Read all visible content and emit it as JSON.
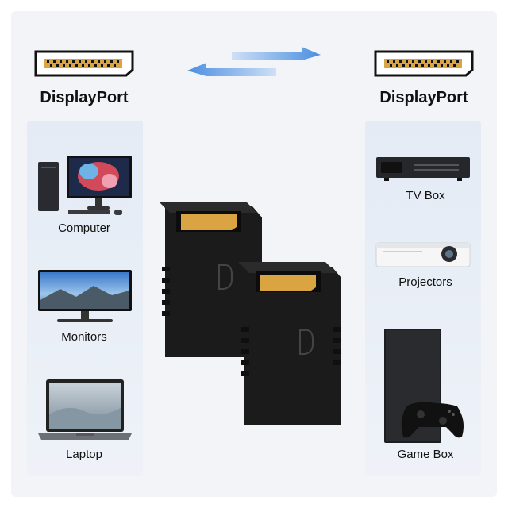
{
  "left_header": {
    "title": "DisplayPort",
    "icon": "displayport-connector-icon"
  },
  "right_header": {
    "title": "DisplayPort",
    "icon": "displayport-connector-icon"
  },
  "direction_icon": "bidirectional-arrows-icon",
  "left_devices": [
    {
      "label": "Computer",
      "icon": "desktop-computer-icon"
    },
    {
      "label": "Monitors",
      "icon": "monitor-icon"
    },
    {
      "label": "Laptop",
      "icon": "laptop-icon"
    }
  ],
  "right_devices": [
    {
      "label": "TV Box",
      "icon": "tv-box-icon"
    },
    {
      "label": "Projectors",
      "icon": "projector-icon"
    },
    {
      "label": "Game Box",
      "icon": "game-console-icon"
    }
  ],
  "colors": {
    "accent_blue": "#4a8fe0",
    "adapter_black": "#1b1b1b",
    "connector_gold": "#d9a441"
  }
}
